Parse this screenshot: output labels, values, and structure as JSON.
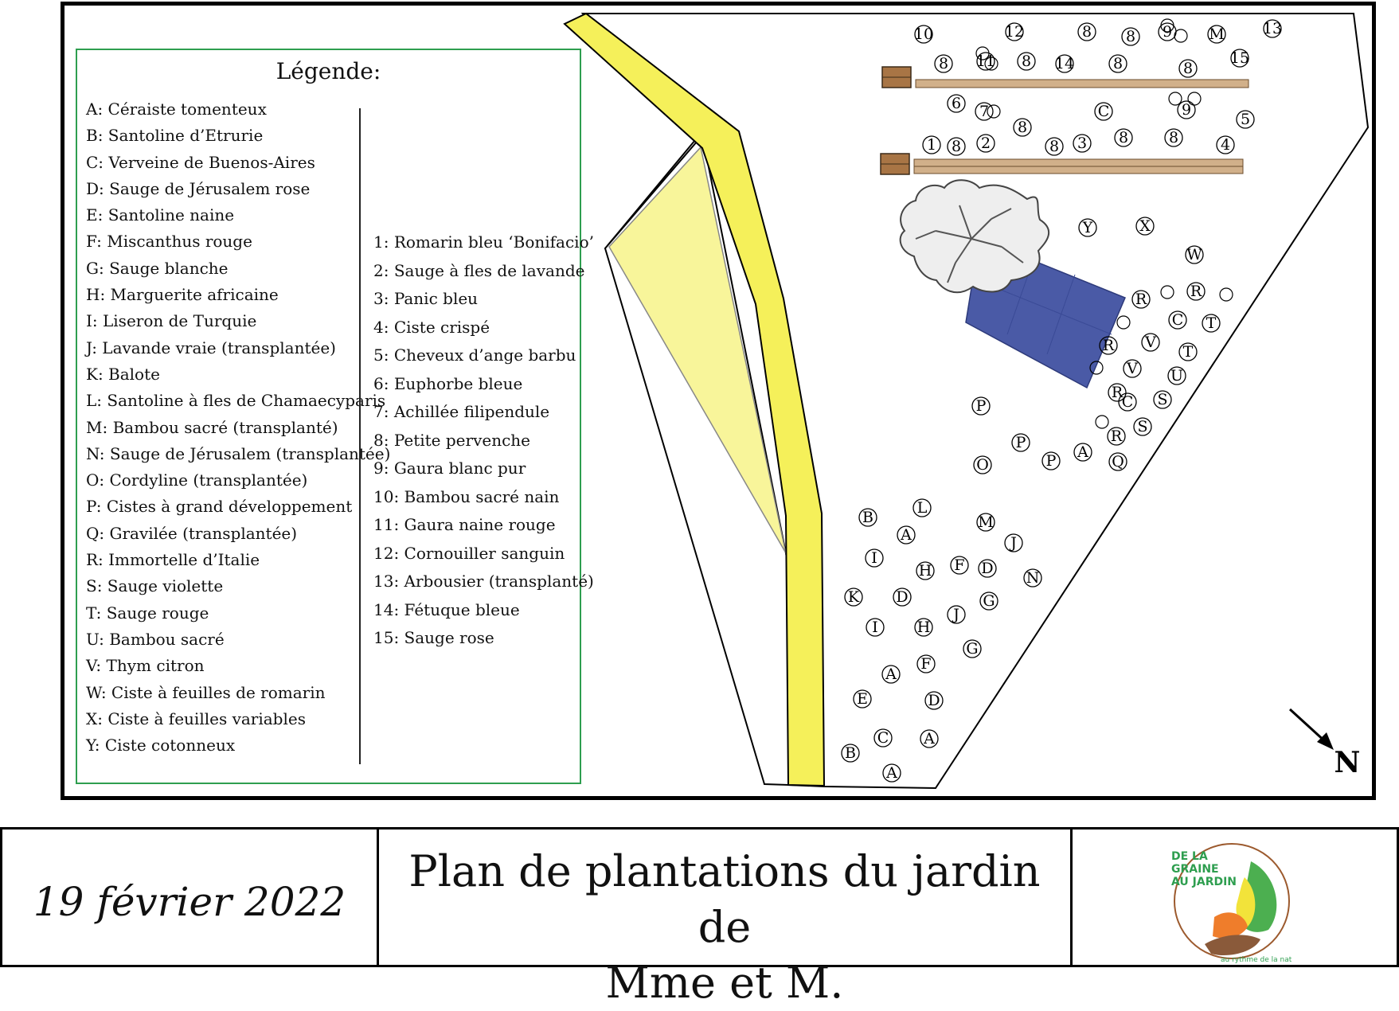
{
  "legend": {
    "title": "Légende:",
    "letters": [
      "A: Céraiste tomenteux",
      "B: Santoline d’Etrurie",
      "C: Verveine de Buenos-Aires",
      "D: Sauge de Jérusalem rose",
      "E: Santoline naine",
      "F: Miscanthus rouge",
      "G: Sauge blanche",
      "H: Marguerite africaine",
      "I: Liseron de Turquie",
      "J: Lavande vraie (transplantée)",
      "K: Balote",
      "L: Santoline à fles de Chamaecyparis",
      "M: Bambou sacré (transplanté)",
      "N: Sauge de Jérusalem (transplantée)",
      "O: Cordyline (transplantée)",
      "P: Cistes à grand développement",
      "Q: Gravilée (transplantée)",
      "R: Immortelle d’Italie",
      "S: Sauge violette",
      "T: Sauge rouge",
      "U: Bambou sacré",
      "V: Thym citron",
      "W: Ciste à feuilles de romarin",
      "X: Ciste à feuilles variables",
      "Y: Ciste cotonneux"
    ],
    "numbers": [
      "1: Romarin bleu ‘Bonifacio’",
      "2: Sauge à fles de lavande",
      "3: Panic bleu",
      "4: Ciste crispé",
      "5: Cheveux d’ange barbu",
      "6: Euphorbe bleue",
      "7: Achillée filipendule",
      "8: Petite pervenche",
      "9: Gaura blanc pur",
      "10: Bambou sacré nain",
      "11: Gaura naine rouge",
      "12: Cornouiller sanguin",
      "13: Arbousier (transplanté)",
      "14: Fétuque bleue",
      "15: Sauge rose"
    ]
  },
  "plant_markers": [
    "10",
    "12",
    "8",
    "8",
    "9",
    "M",
    "13",
    "8",
    "11",
    "8",
    "14",
    "8",
    "8",
    "15",
    "6",
    "7",
    "8",
    "C",
    "9",
    "5",
    "1",
    "8",
    "2",
    "8",
    "3",
    "8",
    "8",
    "4",
    "Y",
    "X",
    "W",
    "R",
    "R",
    "C",
    "T",
    "R",
    "V",
    "T",
    "V",
    "U",
    "R",
    "C",
    "S",
    "R",
    "S",
    "P",
    "P",
    "P",
    "A",
    "Q",
    "O",
    "B",
    "L",
    "A",
    "M",
    "J",
    "I",
    "H",
    "F",
    "D",
    "N",
    "K",
    "D",
    "G",
    "J",
    "I",
    "H",
    "G",
    "A",
    "F",
    "E",
    "D",
    "C",
    "A",
    "B",
    "A"
  ],
  "compass": {
    "label": "N"
  },
  "title_block": {
    "date": "19 février 2022",
    "title_line1": "Plan de plantations du jardin de",
    "title_line2": "Mme et M."
  },
  "logo": {
    "line1": "DE LA",
    "line2": "GRAINE",
    "line3": "AU JARDIN",
    "tagline": "au rythme de la nature"
  },
  "colors": {
    "path_yellow": "#f5f05a",
    "path_light_yellow": "#f8f59a",
    "terrace_blue": "#4a5aa6",
    "bed_border_brown": "#c8a882",
    "legend_border_green": "#2e9e4f"
  }
}
